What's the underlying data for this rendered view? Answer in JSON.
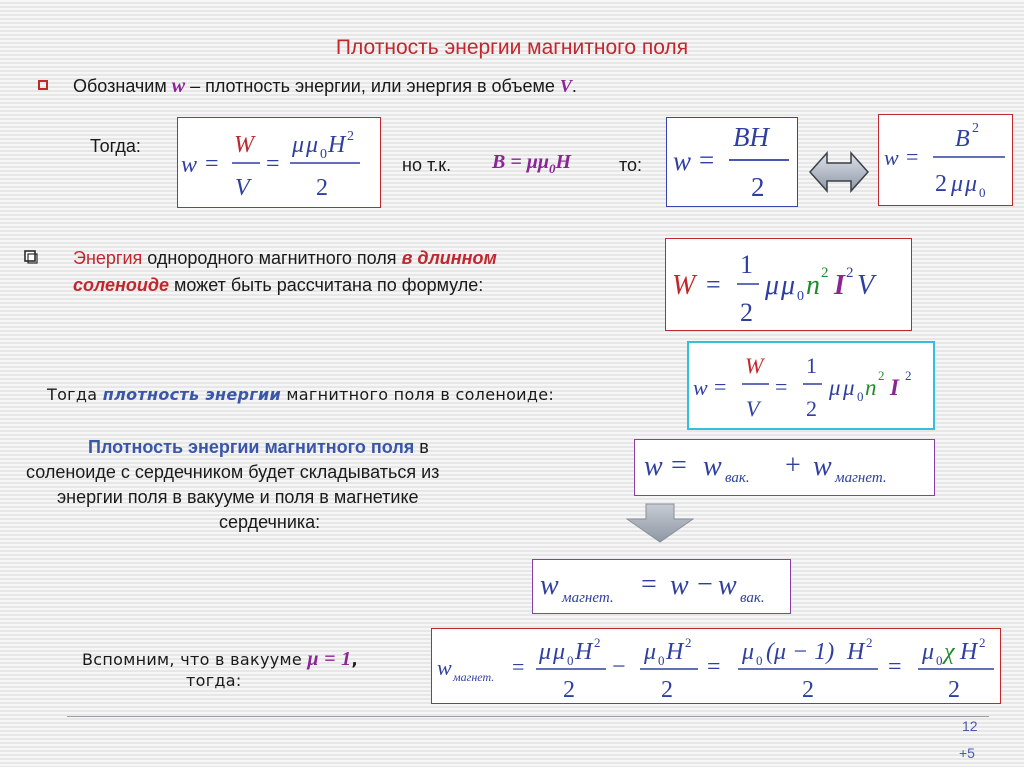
{
  "slide": {
    "title": "Плотность энергии магнитного поля",
    "bullet1": {
      "pre": "Обозначим ",
      "w": "w",
      "mid": " – плотность энергии, или энергия в объеме ",
      "v": "V",
      "post": "."
    },
    "togda1": "Тогда:",
    "no_tk": "но т.к.",
    "b_eq": "B = μμ",
    "b_sub": "0",
    "b_H": "H",
    "to": "то:",
    "bullet2": {
      "p1": "Энергия",
      "p2": " однородного магнитного поля ",
      "p3": "в длинном",
      "p4": "соленоиде",
      "p5": " может быть рассчитана по формуле:"
    },
    "togda2": {
      "pre": "Тогда ",
      "hl": "плотность энергии",
      "post": " магнитного поля в соленоиде:"
    },
    "para": {
      "hl": "Плотность энергии магнитного поля",
      "l1": " в",
      "l2": "соленоиде с сердечником будет складываться из",
      "l3": "энергии поля в вакууме и поля в магнетике",
      "l4": "сердечника:"
    },
    "vspomnim": {
      "pre": "Вспомним, что в вакууме ",
      "mu": "μ = 1",
      "post": ",",
      "l2": "тогда:"
    },
    "page_num": "12",
    "page_extra": "+5"
  },
  "formulas": {
    "w": "w",
    "W": "W",
    "V": "V",
    "eq": "=",
    "mu": "μ",
    "mu0": "μ",
    "zero": "0",
    "H": "H",
    "two": "2",
    "one": "1",
    "B": "B",
    "BH": "BH",
    "n": "n",
    "I": "I",
    "minus": "−",
    "plus": "+",
    "chi": "χ",
    "vak": "вак.",
    "magnet": "магнет.",
    "mu_minus_1": "(μ − 1)"
  },
  "colors": {
    "title_red": "#c0282d",
    "formula_blue": "#2f3fa0",
    "formula_red": "#c0282d",
    "formula_green": "#1e8c2e",
    "formula_purple": "#8b2596",
    "highlight_blue": "#3a56a8"
  }
}
